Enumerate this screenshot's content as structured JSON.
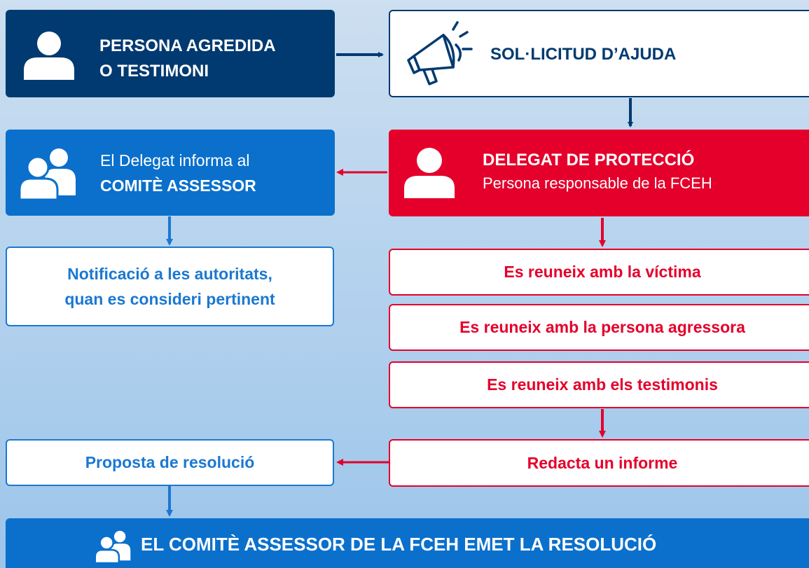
{
  "nodes": {
    "persona": {
      "line1": "PERSONA AGREDIDA",
      "line2": "O TESTIMONI",
      "icon": "person-icon",
      "color": "#003a70"
    },
    "sollicitud": {
      "label": "SOL·LICITUD D’AJUDA",
      "icon": "megaphone-icon"
    },
    "delegat": {
      "title": "DELEGAT DE PROTECCIÓ",
      "subtitle": "Persona responsable de la FCEH",
      "icon": "person-icon",
      "color": "#e4002b"
    },
    "comite_info": {
      "line1": "El Delegat informa al",
      "line2": "COMITÈ ASSESSOR",
      "icon": "group-icon",
      "color": "#0a70cc"
    },
    "notificacio": {
      "line1": "Notificació a les autoritats,",
      "line2": "quan es consideri pertinent"
    },
    "step_victima": {
      "label": "Es reuneix amb la víctima"
    },
    "step_agressora": {
      "label": "Es reuneix amb la persona agressora"
    },
    "step_testimonis": {
      "label": "Es reuneix amb els testimonis"
    },
    "informe": {
      "label": "Redacta un informe"
    },
    "proposta": {
      "label": "Proposta de resolució"
    },
    "resolucio": {
      "label": "EL COMITÈ ASSESSOR DE LA FCEH EMET LA RESOLUCIÓ",
      "icon": "group-icon"
    }
  }
}
